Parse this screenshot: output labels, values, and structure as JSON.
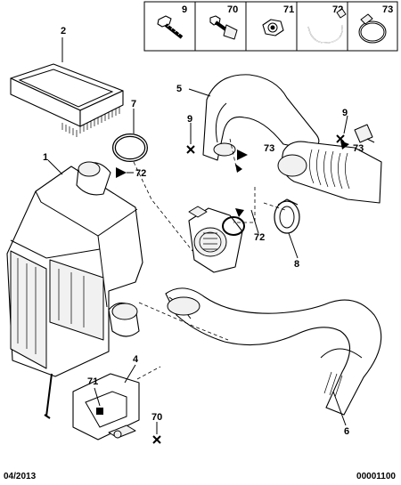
{
  "legend": [
    {
      "ref": "9"
    },
    {
      "ref": "70"
    },
    {
      "ref": "71"
    },
    {
      "ref": "72"
    },
    {
      "ref": "73"
    }
  ],
  "callouts": {
    "c1": "1",
    "c2": "2",
    "c4": "4",
    "c5": "5",
    "c6": "6",
    "c7": "7",
    "c8": "8",
    "c9a": "9",
    "c9b": "9",
    "c70": "70",
    "c71": "71",
    "c72a": "72",
    "c72b": "72",
    "c73a": "73",
    "c73b": "73"
  },
  "footer": {
    "date": "04/2013",
    "code": "00001100"
  }
}
